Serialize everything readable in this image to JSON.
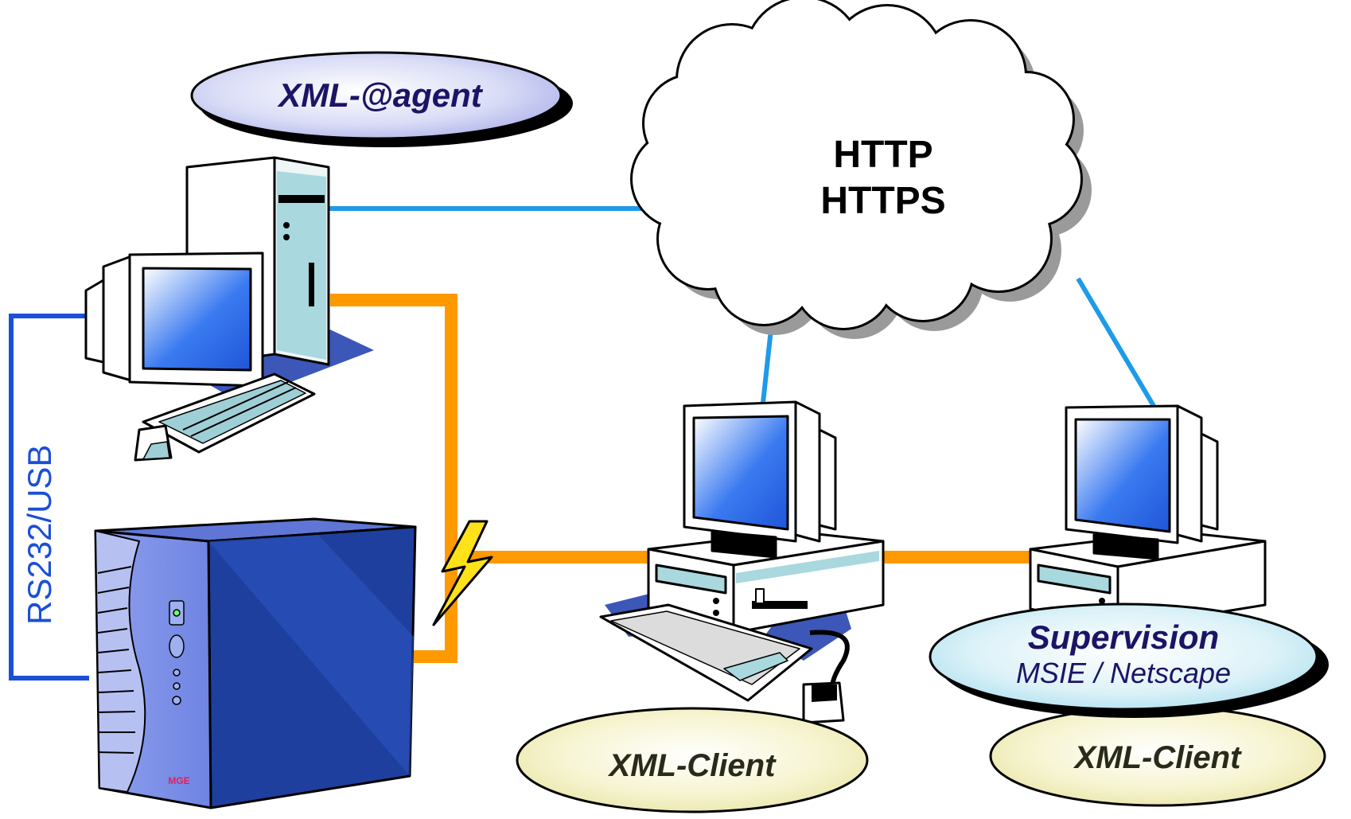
{
  "agent_label": "XML-@agent",
  "cloud": {
    "line1": "HTTP",
    "line2": "HTTPS"
  },
  "serial_label": "RS232/USB",
  "supervision": {
    "title": "Supervision",
    "subtitle": "MSIE / Netscape"
  },
  "client_left_label": "XML-Client",
  "client_right_label": "XML-Client",
  "ups_brand": "MGE",
  "colors": {
    "network_link": "#1e9be8",
    "power_link": "#ff9900",
    "serial_link": "#1a4fd6",
    "ups_body": "#1f3f9e",
    "monitor_screen": "#2f6ee8",
    "lightning": "#ffe21a"
  }
}
